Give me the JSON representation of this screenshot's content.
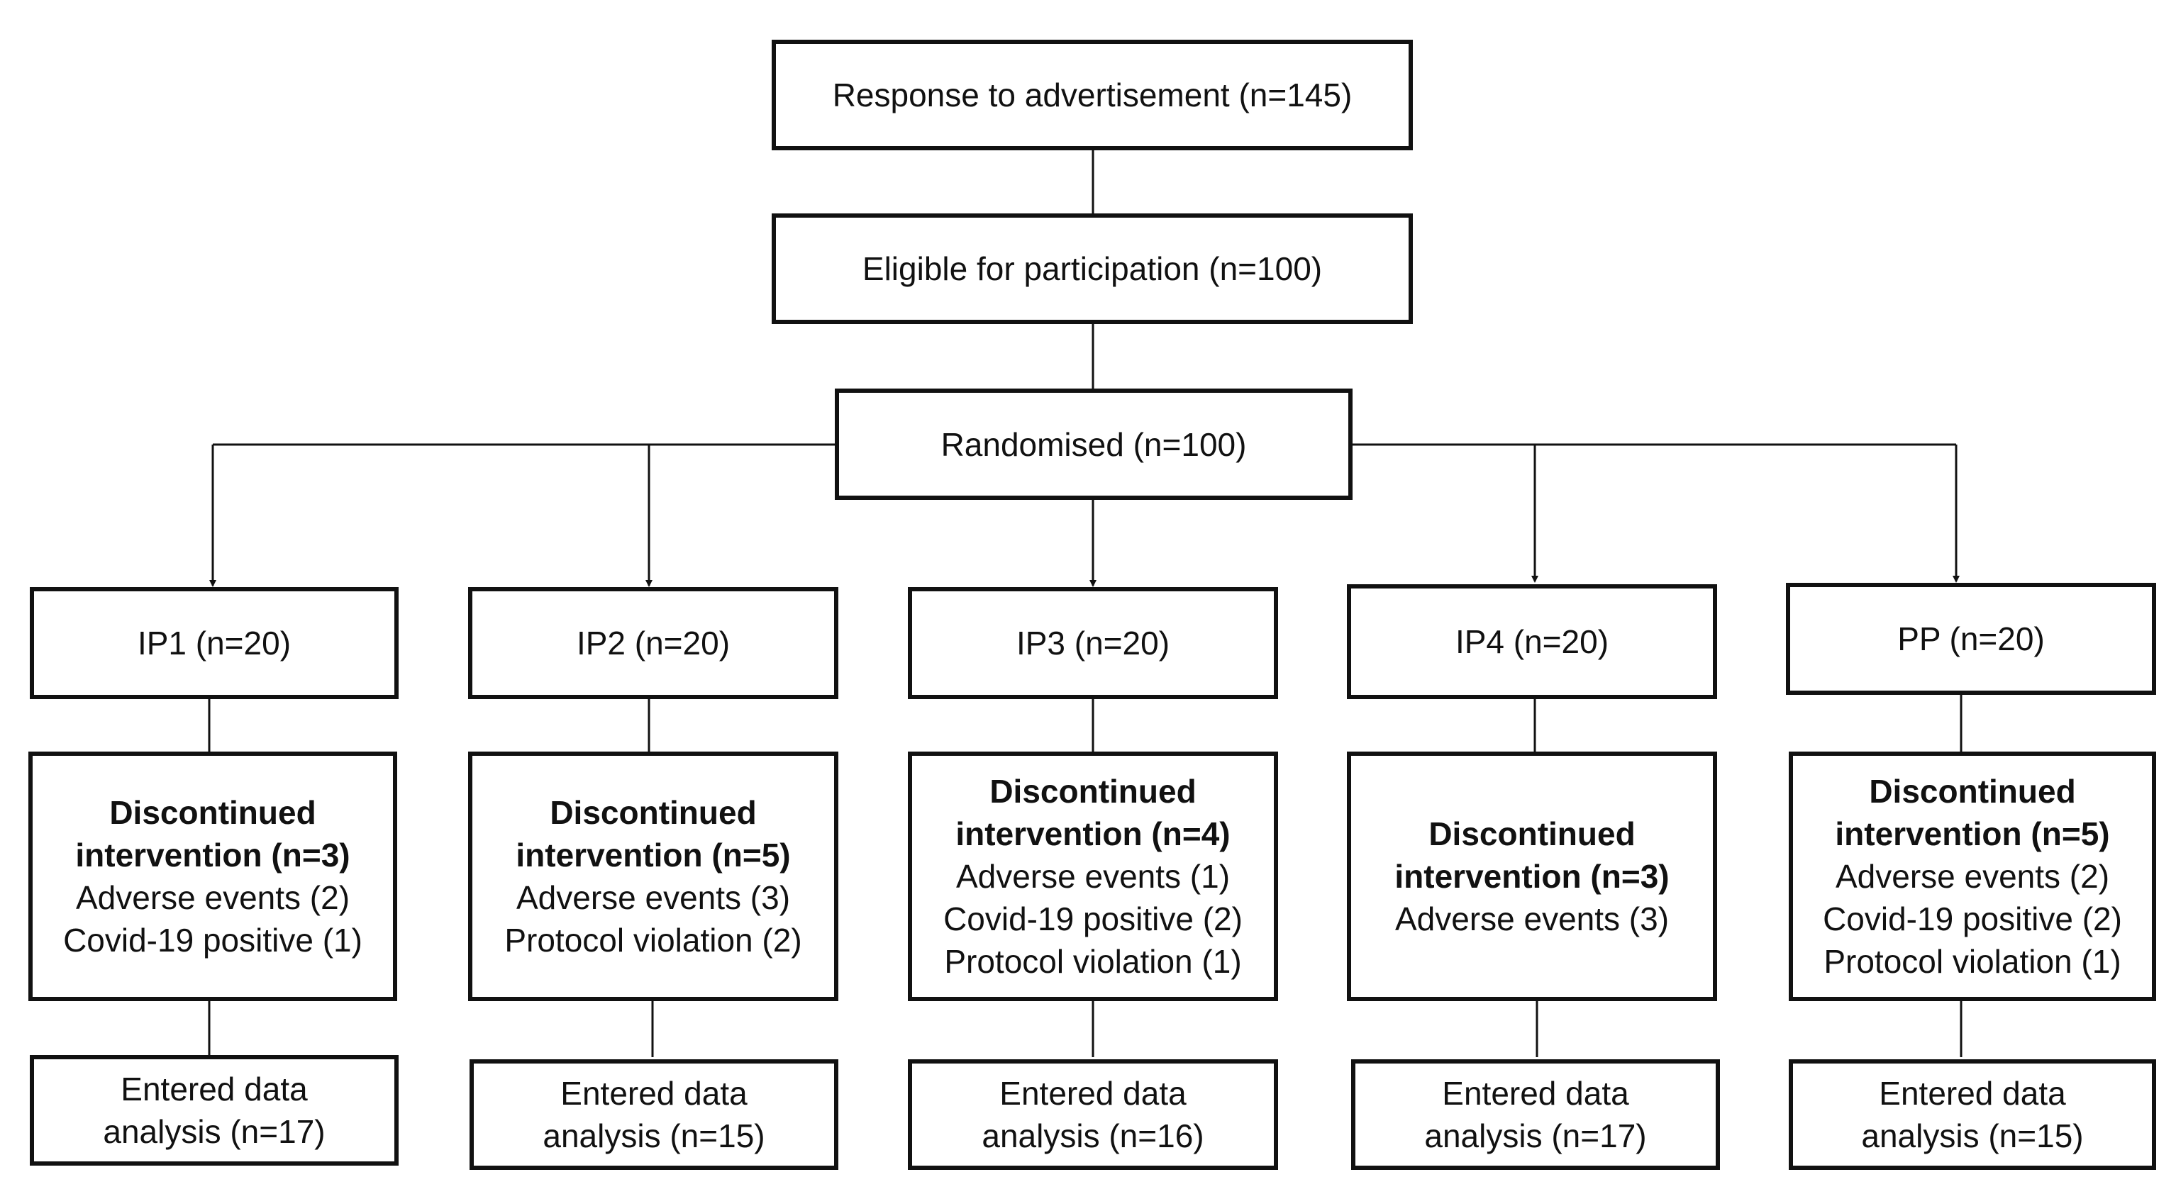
{
  "flow": {
    "response": "Response to advertisement  (n=145)",
    "eligible": "Eligible for participation  (n=100)",
    "randomised": "Randomised  (n=100)"
  },
  "arms": [
    {
      "group": "IP1  (n=20)",
      "discontinued_title": "Discontinued",
      "discontinued_summary": "intervention  (n=3)",
      "reasons": [
        "Adverse events  (2)",
        "Covid-19 positive  (1)"
      ],
      "entered_line1": "Entered  data",
      "entered_line2": "analysis  (n=17)"
    },
    {
      "group": "IP2  (n=20)",
      "discontinued_title": "Discontinued",
      "discontinued_summary": "intervention  (n=5)",
      "reasons": [
        "Adverse events  (3)",
        "Protocol violation  (2)"
      ],
      "entered_line1": "Entered  data",
      "entered_line2": "analysis  (n=15)"
    },
    {
      "group": "IP3  (n=20)",
      "discontinued_title": "Discontinued",
      "discontinued_summary": "intervention  (n=4)",
      "reasons": [
        "Adverse events  (1)",
        "Covid-19 positive  (2)",
        "Protocol violation  (1)"
      ],
      "entered_line1": "Entered  data",
      "entered_line2": "analysis  (n=16)"
    },
    {
      "group": "IP4  (n=20)",
      "discontinued_title": "Discontinued",
      "discontinued_summary": "intervention  (n=3)",
      "reasons": [
        "Adverse events  (3)"
      ],
      "entered_line1": "Entered  data",
      "entered_line2": "analysis  (n=17)"
    },
    {
      "group": "PP  (n=20)",
      "discontinued_title": "Discontinued",
      "discontinued_summary": "intervention  (n=5)",
      "reasons": [
        "Adverse events  (2)",
        "Covid-19 positive  (2)",
        "Protocol violation  (1)"
      ],
      "entered_line1": "Entered  data",
      "entered_line2": "analysis  (n=15)"
    }
  ]
}
